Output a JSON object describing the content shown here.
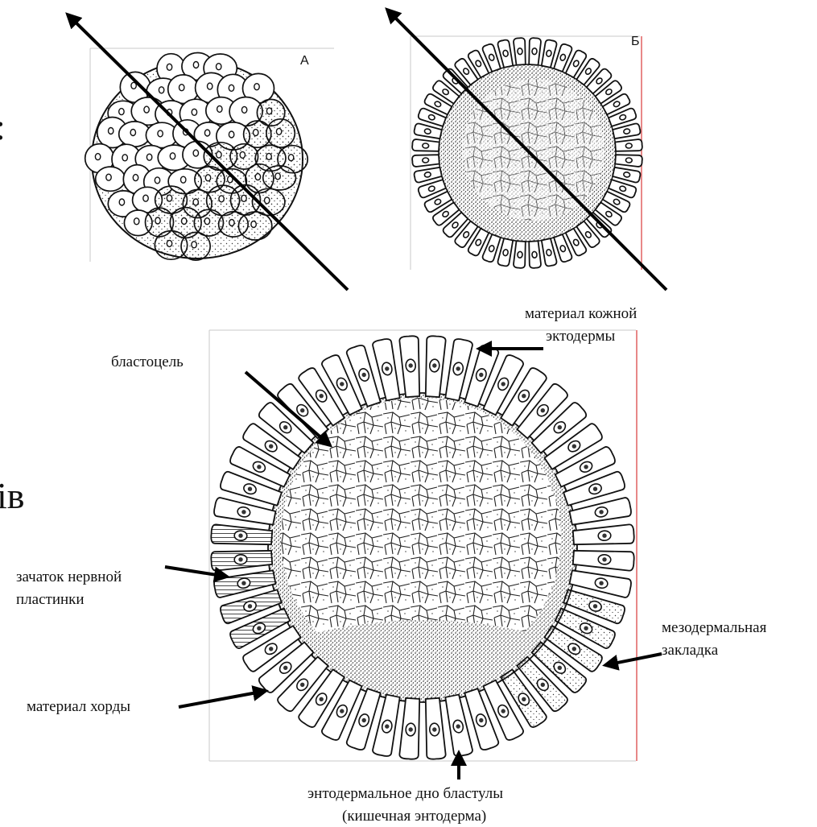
{
  "slide_fragments": {
    "colon": ":",
    "word_end": "ів"
  },
  "panel_labels": {
    "a": "А",
    "b": "Б"
  },
  "labels": {
    "skin_ectoderm": [
      "материал кожной",
      "эктодермы"
    ],
    "blastocoel": "бластоцель",
    "neural_plate": [
      "зачаток нервной",
      "пластинки"
    ],
    "mesoderm": [
      "мезодермальная",
      "закладка"
    ],
    "notochord": "материал хорды",
    "endoderm_floor": [
      "энтодермальное дно бластулы",
      "(кишечная энтодерма)"
    ]
  },
  "colors": {
    "ink": "#111111",
    "frame": "#c8c8c8",
    "edge_line": "#e06060",
    "paper": "#ffffff"
  }
}
